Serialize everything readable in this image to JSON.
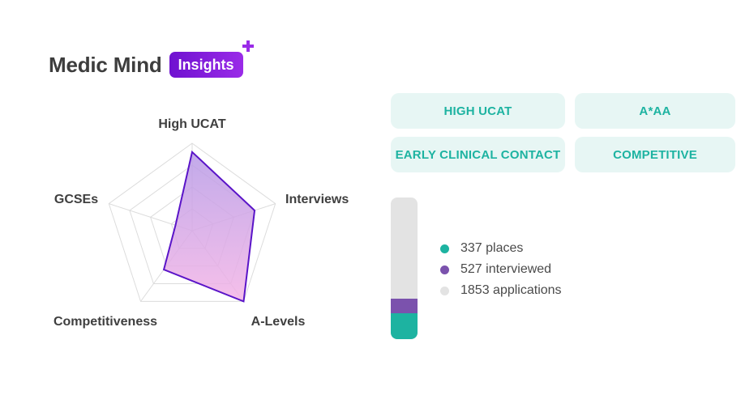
{
  "brand": {
    "name": "Medic Mind",
    "badge": "Insights"
  },
  "tags": [
    {
      "label": "HIGH UCAT"
    },
    {
      "label": "A*AA"
    },
    {
      "label": "EARLY CLINICAL CONTACT"
    },
    {
      "label": "COMPETITIVE"
    }
  ],
  "chart_data": [
    {
      "type": "radar",
      "axes": [
        "High UCAT",
        "Interviews",
        "A-Levels",
        "Competitiveness",
        "GCSEs"
      ],
      "values": [
        0.9,
        0.75,
        1.0,
        0.55,
        0.2
      ],
      "range": [
        0,
        1
      ],
      "rings": 4,
      "colors": {
        "stroke": "#5a14c8",
        "fill_top": "#b79be6",
        "fill_bottom": "#f4b4e6",
        "grid": "#dcdcdc"
      }
    },
    {
      "type": "bar",
      "orientation": "stacked-vertical",
      "series": [
        {
          "name": "places",
          "value": 337,
          "label": "337 places",
          "color": "#1db3a1"
        },
        {
          "name": "interviewed",
          "value": 527,
          "label": "527 interviewed",
          "color": "#7b52ad"
        },
        {
          "name": "applications",
          "value": 1853,
          "label": "1853 applications",
          "color": "#e3e3e3"
        }
      ]
    }
  ]
}
